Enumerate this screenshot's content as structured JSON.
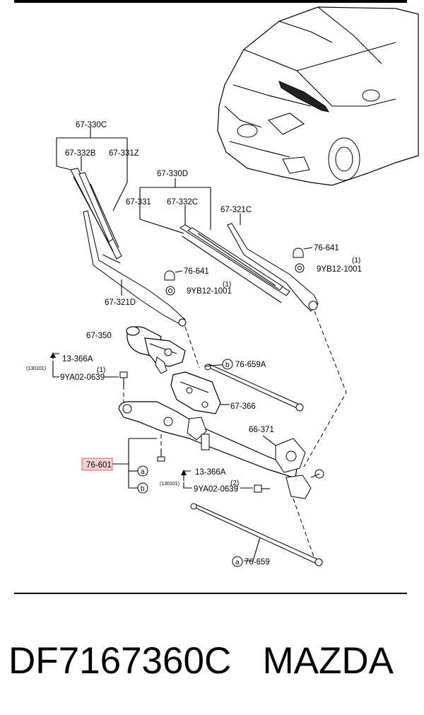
{
  "labels": {
    "l67330c": "67-330C",
    "l67332b": "67-332B",
    "l67331z": "67-331Z",
    "l67330d": "67-330D",
    "l67331": "67-331",
    "l67332c": "67-332C",
    "l67321c": "67-321C",
    "l76641a": "76-641",
    "l76641b": "76-641",
    "l9yb1": "9YB12-1001",
    "l9yb2": "9YB12-1001",
    "q1a": "(1)",
    "q1b": "(1)",
    "l67321d": "67-321D",
    "l67350": "67-350",
    "l13366a1": "13-366A",
    "d130101a": "(130101)",
    "q1c": "(1)",
    "l9ya1": "9YA02-0639",
    "cb1": "b",
    "l76659a": "76-659A",
    "l67366": "67-366",
    "l66371": "66-371",
    "l76601": "76-601",
    "ca1": "a",
    "cb2": "b",
    "l13366a2": "13-366A",
    "d130101b": "(130101)",
    "q2": "(2)",
    "l9ya2": "9YA02-0639",
    "ca2": "a",
    "l76659": "76-659"
  },
  "footer": {
    "part_number": "DF7167360C",
    "brand": "MAZDA"
  },
  "icons": [
    "car-icon",
    "wiper-arm-icon",
    "wiper-blade-icon",
    "wiper-motor-icon",
    "wiper-linkage-icon",
    "bolt-icon",
    "nut-icon",
    "cap-icon"
  ],
  "colors": {
    "highlight_fill": "#f7d0d0",
    "highlight_border": "#e06060"
  }
}
